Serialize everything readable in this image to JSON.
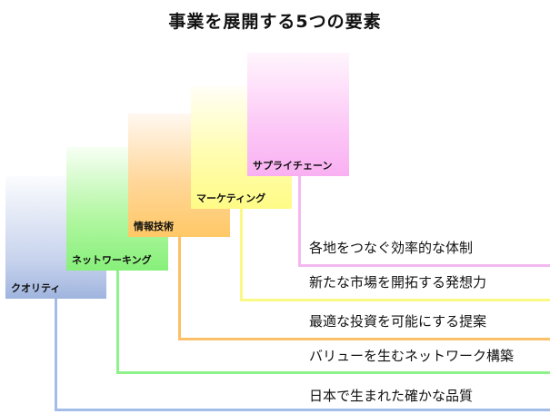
{
  "title": "事業を展開する5つの要素",
  "steps": [
    {
      "label": "クオリティ",
      "description": "日本で生まれた確かな品質",
      "color": "#a3bde8"
    },
    {
      "label": "ネットワーキング",
      "description": "バリューを生むネットワーク構築",
      "color": "#8ef28a"
    },
    {
      "label": "情報技術",
      "description": "最適な投資を可能にする提案",
      "color": "#fcc06a"
    },
    {
      "label": "マーケティング",
      "description": "新たな市場を開拓する発想力",
      "color": "#fbf986"
    },
    {
      "label": "サプライチェーン",
      "description": "各地をつなぐ効率的な体制",
      "color": "#f4b8f0"
    }
  ]
}
